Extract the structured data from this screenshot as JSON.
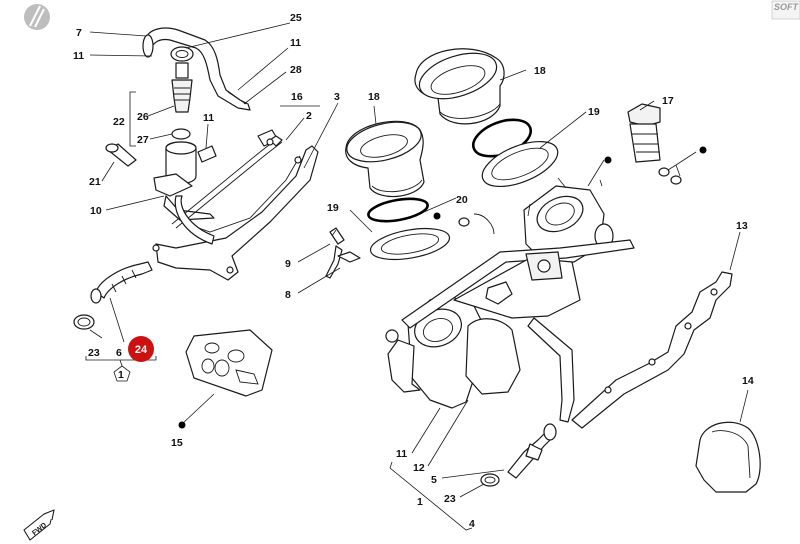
{
  "watermark_text": "SOFT WARE",
  "highlight": {
    "number": "24",
    "color": "#cc1111"
  },
  "fwd_label": "FWD",
  "callouts": {
    "c7": "7",
    "c11a": "11",
    "c25": "25",
    "c11b": "11",
    "c28": "28",
    "c26": "26",
    "c22": "22",
    "c27": "27",
    "c11c": "11",
    "c16": "16",
    "c2": "2",
    "c3": "3",
    "c21": "21",
    "c10": "10",
    "c23a": "23",
    "c6": "6",
    "c1a": "1",
    "c15": "15",
    "c18a": "18",
    "c18b": "18",
    "c19a": "19",
    "c17": "17",
    "c20": "20",
    "c19b": "19",
    "c9": "9",
    "c8": "8",
    "c13": "13",
    "c14": "14",
    "c11d": "11",
    "c12": "12",
    "c5": "5",
    "c23b": "23",
    "c1b": "1",
    "c4": "4"
  },
  "colors": {
    "line": "#1a1a1a",
    "badge": "#cc1111",
    "watermark": "#9a9a9a"
  }
}
